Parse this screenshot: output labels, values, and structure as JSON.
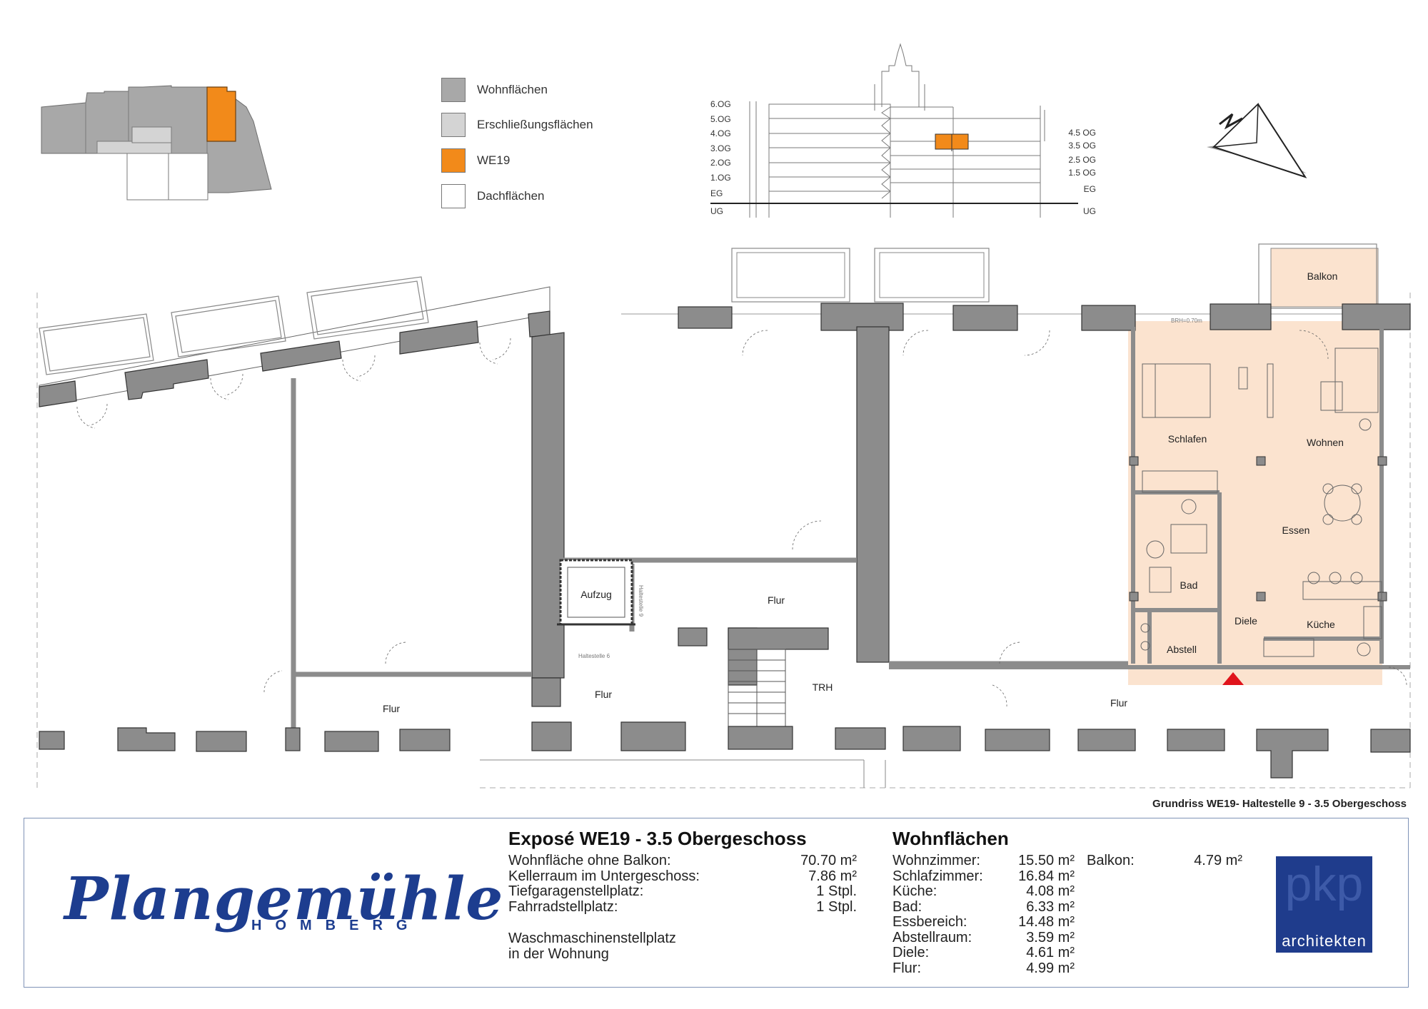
{
  "legend": {
    "items": [
      {
        "label": "Wohnflächen",
        "color": "#a8a8a8"
      },
      {
        "label": "Erschließungsflächen",
        "color": "#d4d4d4"
      },
      {
        "label": "WE19",
        "color": "#f28a1a"
      },
      {
        "label": "Dachflächen",
        "color": "#ffffff"
      }
    ]
  },
  "section": {
    "left_levels": [
      "6.OG",
      "5.OG",
      "4.OG",
      "3.OG",
      "2.OG",
      "1.OG",
      "EG",
      "UG"
    ],
    "right_levels": [
      "4.5 OG",
      "3.5 OG",
      "2.5 OG",
      "1.5 OG",
      "EG",
      "UG"
    ]
  },
  "plan": {
    "rooms": {
      "balkon": "Balkon",
      "schlafen": "Schlafen",
      "wohnen": "Wohnen",
      "essen": "Essen",
      "bad": "Bad",
      "diele": "Diele",
      "kueche": "Küche",
      "abstell": "Abstell",
      "aufzug": "Aufzug",
      "flur_top": "Flur",
      "flur_left": "Flur",
      "flur_mid": "Flur",
      "flur_right": "Flur",
      "trh": "TRH"
    },
    "small_labels": {
      "brh": "BRH=0.70m",
      "haltestelle_6": "Haltestelle 6",
      "haltestelle_9": "Haltestelle 9"
    }
  },
  "caption": "Grundriss WE19- Haltestelle 9 - 3.5 Obergeschoss",
  "logo": {
    "main": "Plangemühle",
    "sub": "HOMBERG"
  },
  "expose": {
    "title": "Exposé WE19 - 3.5 Obergeschoss",
    "rows": [
      {
        "label": "Wohnfläche ohne Balkon:",
        "value": "70.70 m²"
      },
      {
        "label": "Kellerraum im Untergeschoss:",
        "value": "7.86 m²"
      },
      {
        "label": "Tiefgaragenstellplatz:",
        "value": "1 Stpl."
      },
      {
        "label": "Fahrradstellplatz:",
        "value": "1 Stpl."
      }
    ],
    "note_line1": "Waschmaschinenstellplatz",
    "note_line2": "in der Wohnung"
  },
  "wohnflaechen": {
    "title": "Wohnflächen",
    "rows": [
      {
        "label": "Wohnzimmer:",
        "value": "15.50 m²"
      },
      {
        "label": "Schlafzimmer:",
        "value": "16.84 m²"
      },
      {
        "label": "Küche:",
        "value": "4.08 m²"
      },
      {
        "label": "Bad:",
        "value": "6.33 m²"
      },
      {
        "label": "Essbereich:",
        "value": "14.48 m²"
      },
      {
        "label": "Abstellraum:",
        "value": "3.59 m²"
      },
      {
        "label": "Diele:",
        "value": "4.61 m²"
      },
      {
        "label": "Flur:",
        "value": "4.99 m²"
      }
    ],
    "balkon_label": "Balkon:",
    "balkon_value": "4.79 m²"
  },
  "brand": {
    "letters": "pkp",
    "sub": "architekten"
  },
  "colors": {
    "wall": "#8c8c8c",
    "unit_fill": "#fbe3cf",
    "accent": "#f28a1a",
    "brand_blue": "#1d3d8f",
    "marker_red": "#e0141b"
  }
}
